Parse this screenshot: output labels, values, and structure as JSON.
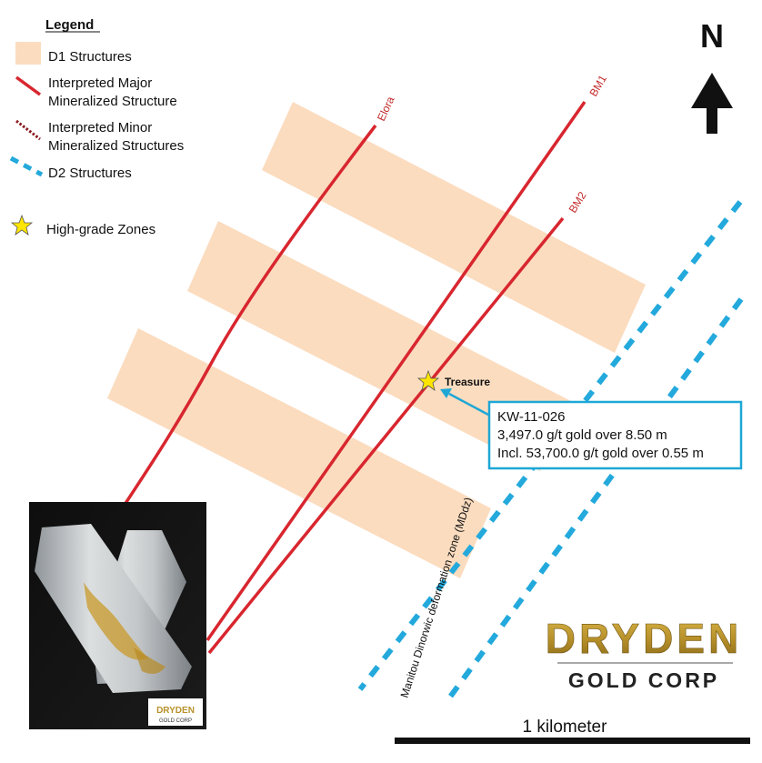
{
  "legend": {
    "title": "Legend",
    "items": [
      {
        "label_lines": [
          "D1 Structures"
        ]
      },
      {
        "label_lines": [
          "Interpreted Major",
          "Mineralized Structure"
        ]
      },
      {
        "label_lines": [
          "Interpreted Minor",
          "Mineralized Structures"
        ]
      },
      {
        "label_lines": [
          "D2 Structures"
        ]
      },
      {
        "label_lines": [
          "High-grade Zones"
        ]
      }
    ]
  },
  "north_arrow": {
    "label": "N"
  },
  "structures": {
    "elora": "Elora",
    "bm1": "BM1",
    "bm2": "BM2",
    "deformation_zone": "Manitou Dinorwic deformation zone (MDdz)"
  },
  "zone": {
    "name": "Treasure"
  },
  "callout": {
    "hole_id": "KW-11-026",
    "line1": "3,497.0 g/t gold over 8.50 m",
    "line2": "Incl. 53,700.0 g/t gold over 0.55 m"
  },
  "logo": {
    "word": "DRYDEN",
    "sub": "GOLD CORP"
  },
  "photo_logo": {
    "word": "DRYDEN",
    "sub": "GOLD CORP"
  },
  "scale_bar": {
    "label": "1 kilometer"
  },
  "colors": {
    "d1": "#fbdcbf",
    "major": "#d8262f",
    "minor": "#8b1a1f",
    "d2": "#23a9dc",
    "callout": "#1ea7d6",
    "star": "#ffe500",
    "logo_gold": "#b8912a"
  }
}
